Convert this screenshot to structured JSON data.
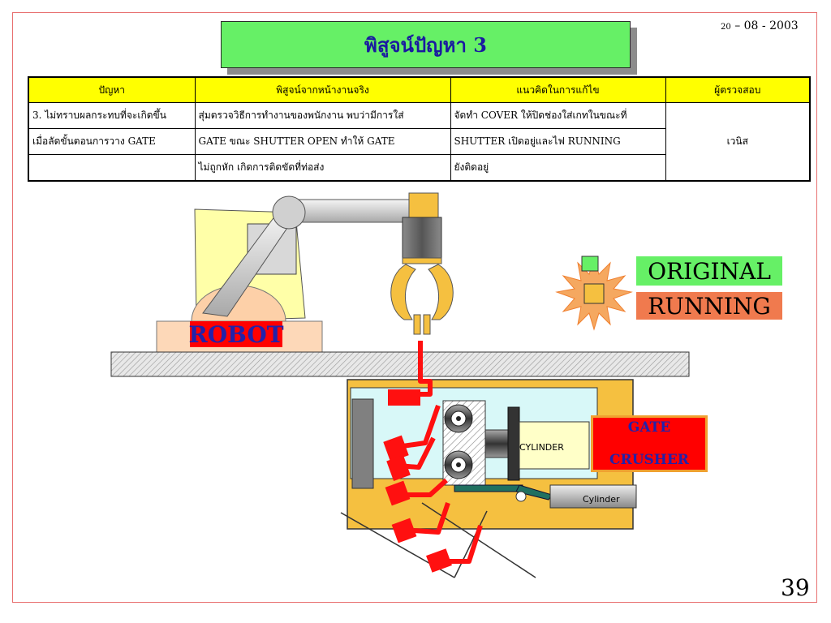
{
  "title": "พิสูจน์ปัญหา 3",
  "date": {
    "day": "20",
    "rest": "– 08 - 2003"
  },
  "table": {
    "headers": [
      "ปัญหา",
      "พิสูจน์จากหน้างานจริง",
      "แนวคิดในการแก้ไข",
      "ผู้ตรวจสอบ"
    ],
    "rows": [
      [
        "3. ไม่ทราบผลกระทบที่จะเกิดขึ้น",
        "สุ่มตรวจวิธีการทำงานของพนักงาน พบว่ามีการใส่",
        "จัดทำ COVER ให้ปิดช่องใส่เกทในขณะที่"
      ],
      [
        "เมื่อลัดขั้นตอนการวาง GATE",
        "GATE ขณะ SHUTTER OPEN ทำให้ GATE",
        "SHUTTER เปิดอยู่และไฟ RUNNING"
      ],
      [
        "",
        "ไม่ถูกหัก เกิดการติดขัดที่ท่อส่ง",
        "ยังติดอยู่"
      ]
    ],
    "inspector": "เวนิส"
  },
  "diagram": {
    "robot_label": "ROBOT",
    "original_label": "ORIGINAL",
    "running_label": "RUNNING",
    "gate_label_line1": "GATE",
    "gate_label_line2": "CRUSHER",
    "cylinder_upper": "CYLINDER",
    "cylinder_lower": "Cylinder"
  },
  "colors": {
    "title_bg": "#66f066",
    "header_bg": "#ffff00",
    "original_bg": "#66f066",
    "running_bg": "#f07a4e",
    "robot_bg": "#ff0000",
    "gate_bg": "#ff0000",
    "machine_bg": "#f5c040"
  },
  "page_number": "39"
}
